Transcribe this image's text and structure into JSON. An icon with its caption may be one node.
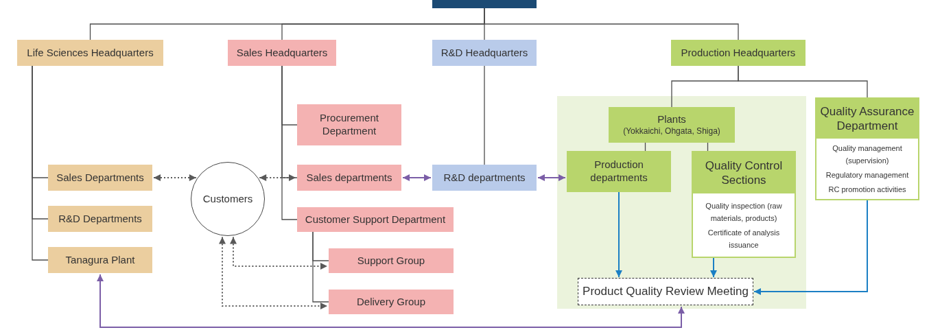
{
  "diagram": {
    "nodes": [
      {
        "text": [],
        "shape": "box"
      },
      {
        "text": [
          "Life Sciences Headquarters"
        ]
      },
      {
        "text": [
          "Sales Headquarters"
        ]
      },
      {
        "text": [
          "R&D Headquarters"
        ]
      },
      {
        "text": [
          "Production Headquarters"
        ]
      },
      {
        "text": [
          "Procurement Department"
        ]
      },
      {
        "text": [],
        "shape": "box"
      },
      {
        "text": [
          "Plants",
          "(Yokkaichi, Ohgata, Shiga)"
        ],
        "in": 6
      },
      {
        "text": [
          "Quality Assurance Department",
          "Quality management (supervision)",
          "Regulatory management",
          "RC promotion activities"
        ]
      },
      {
        "text": [
          "Sales Departments"
        ]
      },
      {
        "text": [
          "Customers"
        ]
      },
      {
        "text": [
          "Sales departments"
        ]
      },
      {
        "text": [
          "R&D departments"
        ]
      },
      {
        "text": [
          "Production departments"
        ],
        "in": 6
      },
      {
        "text": [
          "Quality Control Sections",
          "Quality inspection (raw materials, products)",
          "Certificate of analysis issuance"
        ],
        "in": 6
      },
      {
        "text": [
          "R&D Departments"
        ]
      },
      {
        "text": [
          "Customer Support Department"
        ]
      },
      {
        "text": [
          "Tanagura Plant"
        ]
      },
      {
        "text": [
          "Support Group"
        ]
      },
      {
        "text": [
          "Delivery Group"
        ]
      },
      {
        "text": [
          "Product Quality Review Meeting"
        ],
        "in": 6
      }
    ],
    "edges": [
      {
        "from": 0,
        "to": 1,
        "arrow": "none"
      },
      {
        "from": 0,
        "to": 2,
        "arrow": "none"
      },
      {
        "from": 0,
        "to": 3,
        "arrow": "none"
      },
      {
        "from": 0,
        "to": 4,
        "arrow": "none"
      },
      {
        "from": 1,
        "to": 9,
        "arrow": "none"
      },
      {
        "from": 1,
        "to": 15,
        "arrow": "none"
      },
      {
        "from": 1,
        "to": 17,
        "arrow": "none"
      },
      {
        "from": 2,
        "to": 5,
        "arrow": "none"
      },
      {
        "from": 2,
        "to": 11,
        "arrow": "none"
      },
      {
        "from": 2,
        "to": 16,
        "arrow": "none"
      },
      {
        "from": 3,
        "to": 12,
        "arrow": "none"
      },
      {
        "from": 4,
        "to": 7,
        "arrow": "none"
      },
      {
        "from": 4,
        "to": 8,
        "arrow": "none"
      },
      {
        "from": 7,
        "to": 13,
        "arrow": "none"
      },
      {
        "from": 7,
        "to": 14,
        "arrow": "none"
      },
      {
        "from": 16,
        "to": 18,
        "arrow": "none"
      },
      {
        "from": 16,
        "to": 19,
        "arrow": "none"
      },
      {
        "from": 9,
        "to": 10,
        "arrow": "both",
        "style": "dashed",
        "color": "#595959"
      },
      {
        "from": 10,
        "to": 11,
        "arrow": "both",
        "style": "dashed",
        "color": "#595959"
      },
      {
        "from": 10,
        "to": 18,
        "arrow": "both",
        "style": "dashed",
        "color": "#595959"
      },
      {
        "from": 10,
        "to": 19,
        "arrow": "both",
        "style": "dashed",
        "color": "#595959"
      },
      {
        "from": 11,
        "to": 12,
        "arrow": "both",
        "color": "#7b5ea7"
      },
      {
        "from": 12,
        "to": 13,
        "arrow": "both",
        "color": "#7b5ea7"
      },
      {
        "from": 17,
        "to": 20,
        "arrow": "both",
        "color": "#7b5ea7"
      },
      {
        "from": 13,
        "to": 20,
        "arrow": "to",
        "color": "#1b7fc4"
      },
      {
        "from": 14,
        "to": 20,
        "arrow": "to",
        "color": "#1b7fc4"
      },
      {
        "from": 8,
        "to": 20,
        "arrow": "to",
        "color": "#1b7fc4"
      }
    ]
  }
}
